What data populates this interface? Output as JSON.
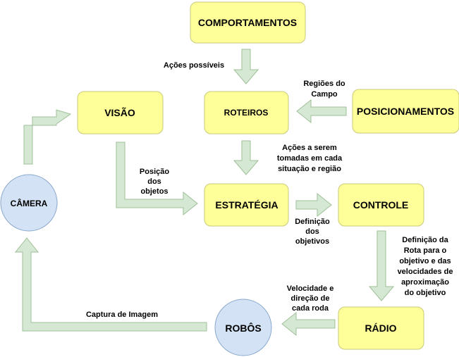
{
  "colors": {
    "box_fill": "#ffff99",
    "box_stroke": "#c9c97a",
    "circle_fill": "#d3e2f4",
    "circle_stroke": "#8aa9cf",
    "arrow_fill": "#d5e8d4",
    "arrow_stroke": "#9fbf97"
  },
  "nodes": {
    "comportamentos": "COMPORTAMENTOS",
    "roteiros": "ROTEIROS",
    "posicionamentos": "POSICIONAMENTOS",
    "visao": "VISÃO",
    "estrategia": "ESTRATÉGIA",
    "controle": "CONTROLE",
    "radio": "RÁDIO",
    "robos": "ROBÔS",
    "camera": "CÂMERA"
  },
  "labels": {
    "acoes_possiveis": [
      "Ações possíveis"
    ],
    "regioes_campo": [
      "Regiões do",
      "Campo"
    ],
    "acoes_serem": [
      "Ações a serem",
      "tomadas em cada",
      "situação e região"
    ],
    "posicao_objetos": [
      "Posição",
      "dos",
      "objetos"
    ],
    "definicao_objetivos": [
      "Definição",
      "dos",
      "objetivos"
    ],
    "definicao_rota": [
      "Definição da",
      "Rota para o",
      "objetivo e das",
      "velocidades de",
      "aproximação",
      "do objetivo"
    ],
    "velocidade_direcao": [
      "Velocidade e",
      "direção de",
      "cada roda"
    ],
    "captura_imagem": [
      "Captura de Imagem"
    ]
  }
}
